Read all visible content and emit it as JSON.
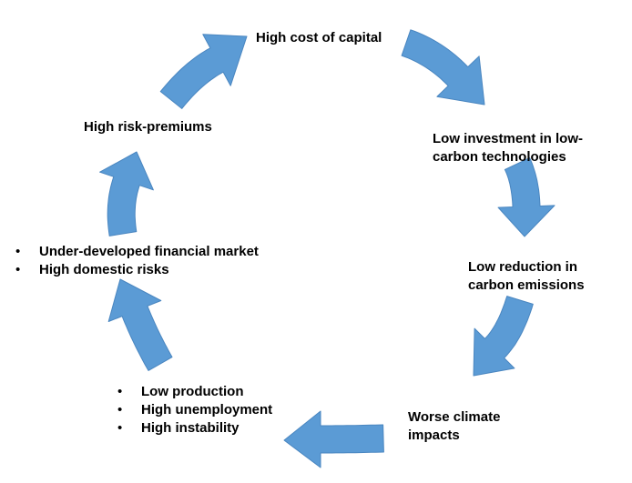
{
  "nodes": {
    "high_cost_capital": "High cost of capital",
    "low_investment": "Low investment in low-\ncarbon technologies",
    "low_reduction": "Low reduction in\ncarbon emissions",
    "worse_climate": "Worse climate\nimpacts",
    "economic_effects": [
      "Low production",
      "High unemployment",
      "High instability"
    ],
    "market_risks": [
      "Under-developed financial market",
      "High domestic risks"
    ],
    "high_risk_premiums": "High risk-premiums"
  },
  "colors": {
    "arrow_fill": "#5b9bd5",
    "arrow_edge": "#4a86c0",
    "text": "#000000"
  },
  "icons": {
    "bullet": "•"
  }
}
